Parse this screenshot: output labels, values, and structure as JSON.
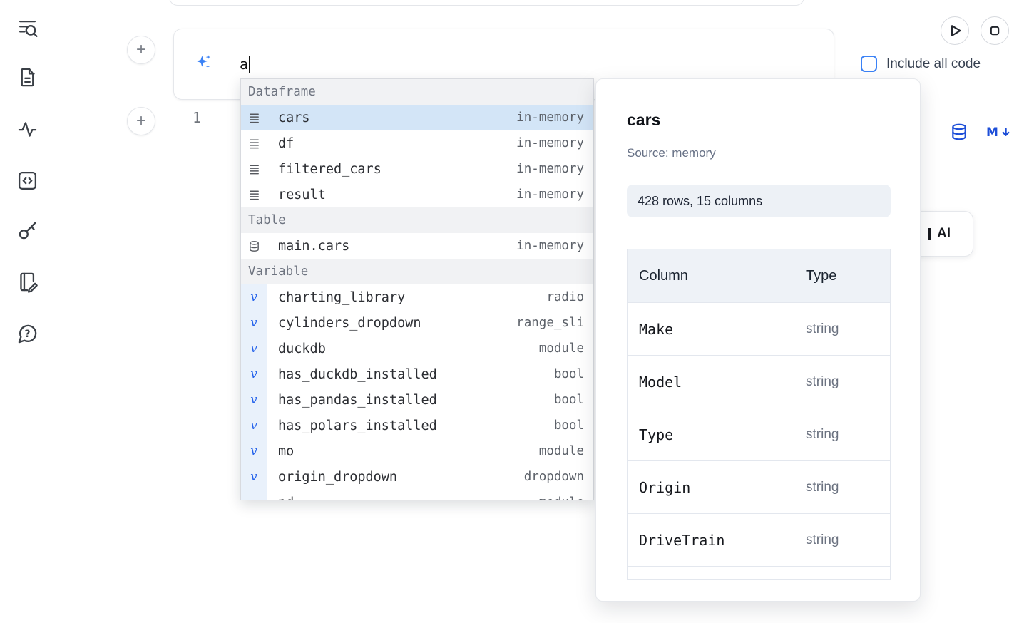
{
  "colors": {
    "accent_blue": "#1d4ed8",
    "sparkle_blue": "#3b82f6",
    "checkbox_blue": "#3b82f6",
    "selected_row_bg": "#d3e5f7",
    "variable_icon_bg": "#e9f1fb",
    "section_header_bg": "#f1f2f4",
    "badge_bg": "#edf1f6",
    "border": "#e5e7eb",
    "muted_text": "#6e7480"
  },
  "sidebar": {
    "items": [
      {
        "icon": "search-lines-icon"
      },
      {
        "icon": "document-icon"
      },
      {
        "icon": "activity-icon"
      },
      {
        "icon": "code-snippets-icon"
      },
      {
        "icon": "key-icon"
      },
      {
        "icon": "scratchpad-pen-icon"
      },
      {
        "icon": "help-chat-icon"
      }
    ]
  },
  "toolbar": {
    "run_icon": "play-icon",
    "stop_icon": "stop-icon",
    "include_all_code_label": "Include all code",
    "include_all_code_checked": false
  },
  "prompt": {
    "icon": "ai-sparkles-icon",
    "value": "a"
  },
  "editor": {
    "line_number": "1",
    "lang_buttons": [
      {
        "icon": "database-icon"
      },
      {
        "icon": "markdown-icon"
      }
    ]
  },
  "add_cell_button_label": "+",
  "background_button": {
    "label_fragment": "AI"
  },
  "completion": {
    "sections": [
      {
        "label": "Dataframe",
        "items": [
          {
            "icon": "rows-icon",
            "name": "cars",
            "detail": "in-memory",
            "selected": true
          },
          {
            "icon": "rows-icon",
            "name": "df",
            "detail": "in-memory"
          },
          {
            "icon": "rows-icon",
            "name": "filtered_cars",
            "detail": "in-memory"
          },
          {
            "icon": "rows-icon",
            "name": "result",
            "detail": "in-memory"
          }
        ]
      },
      {
        "label": "Table",
        "items": [
          {
            "icon": "database-icon",
            "name": "main.cars",
            "detail": "in-memory"
          }
        ]
      },
      {
        "label": "Variable",
        "items": [
          {
            "icon": "variable-icon",
            "name": "charting_library",
            "detail": "radio"
          },
          {
            "icon": "variable-icon",
            "name": "cylinders_dropdown",
            "detail": "range_sli"
          },
          {
            "icon": "variable-icon",
            "name": "duckdb",
            "detail": "module"
          },
          {
            "icon": "variable-icon",
            "name": "has_duckdb_installed",
            "detail": "bool"
          },
          {
            "icon": "variable-icon",
            "name": "has_pandas_installed",
            "detail": "bool"
          },
          {
            "icon": "variable-icon",
            "name": "has_polars_installed",
            "detail": "bool"
          },
          {
            "icon": "variable-icon",
            "name": "mo",
            "detail": "module"
          },
          {
            "icon": "variable-icon",
            "name": "origin_dropdown",
            "detail": "dropdown"
          },
          {
            "icon": "variable-icon",
            "name": "pd",
            "detail": "module",
            "partial": true
          }
        ]
      }
    ]
  },
  "preview": {
    "title": "cars",
    "source": "Source: memory",
    "shape": "428 rows, 15 columns",
    "table": {
      "headers": [
        "Column",
        "Type"
      ],
      "rows": [
        {
          "column": "Make",
          "type": "string"
        },
        {
          "column": "Model",
          "type": "string"
        },
        {
          "column": "Type",
          "type": "string"
        },
        {
          "column": "Origin",
          "type": "string"
        },
        {
          "column": "DriveTrain",
          "type": "string"
        }
      ]
    }
  }
}
